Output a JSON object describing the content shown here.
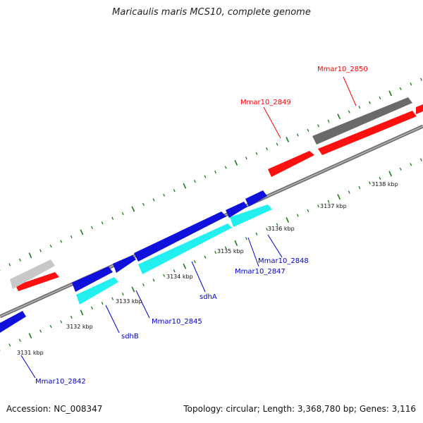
{
  "title": "Maricaulis maris MCS10, complete genome",
  "footer": {
    "accession": "Accession: NC_008347",
    "summary": "Topology: circular; Length: 3,368,780 bp; Genes: 3,116"
  },
  "colors": {
    "backbone": "#8a8a8a",
    "tick": "#1a7a1a",
    "label_red": "#ff0000",
    "label_blue": "#0000cc",
    "gene_red": "#ff1010",
    "gene_blue": "#1010dd",
    "gene_cyan": "#22f0f0",
    "gene_gray": "#6a6a6a",
    "gene_lightgray": "#c8c8c8"
  },
  "kbp_labels": [
    "3131 kbp",
    "3132 kbp",
    "3133 kbp",
    "3134 kbp",
    "3135 kbp",
    "3136 kbp",
    "3137 kbp",
    "3138 kbp"
  ],
  "gene_labels": [
    {
      "text": "Mmar10_2850",
      "color": "red"
    },
    {
      "text": "Mmar10_2849",
      "color": "red"
    },
    {
      "text": "Mmar10_2848",
      "color": "blue"
    },
    {
      "text": "Mmar10_2847",
      "color": "blue"
    },
    {
      "text": "sdhA",
      "color": "blue"
    },
    {
      "text": "Mmar10_2845",
      "color": "blue"
    },
    {
      "text": "sdhB",
      "color": "blue"
    },
    {
      "text": "Mmar10_2842",
      "color": "blue"
    }
  ]
}
